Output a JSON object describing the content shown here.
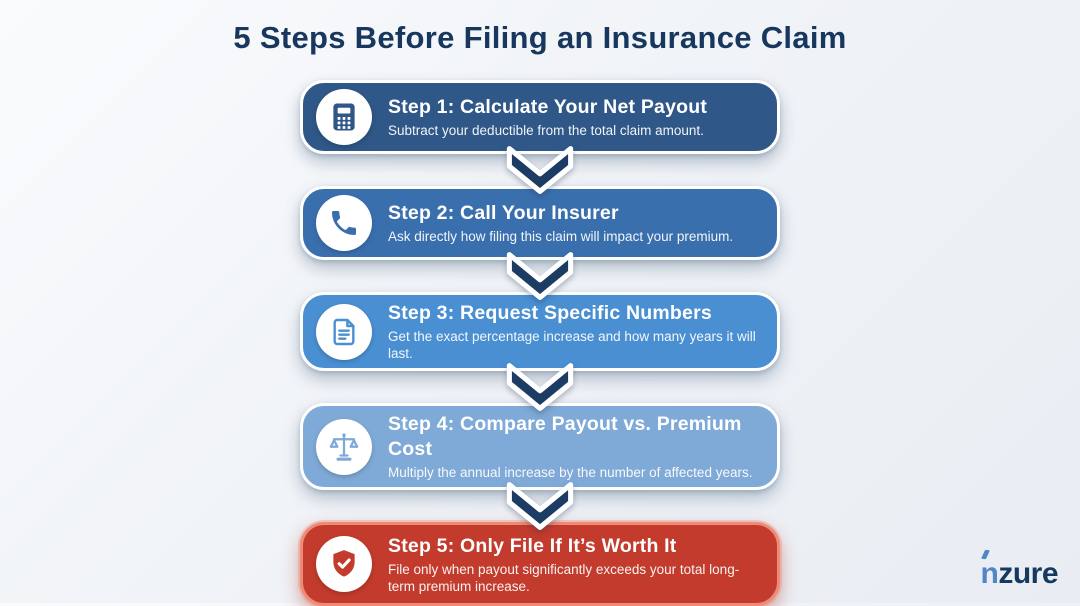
{
  "title": "5 Steps Before Filing an Insurance Claim",
  "steps": [
    {
      "title": "Step 1: Calculate Your Net Payout",
      "desc": "Subtract your deductible from the total claim amount.",
      "icon": "calculator-icon",
      "bg": "#2f5787"
    },
    {
      "title": "Step 2: Call Your Insurer",
      "desc": "Ask directly how filing this claim will impact your premium.",
      "icon": "phone-icon",
      "bg": "#3a6fae"
    },
    {
      "title": "Step 3: Request Specific Numbers",
      "desc": "Get the exact percentage increase and how many years it will last.",
      "icon": "document-icon",
      "bg": "#4a8fd2"
    },
    {
      "title": "Step 4: Compare Payout vs. Premium Cost",
      "desc": "Multiply the annual increase by the number of affected years.",
      "icon": "scale-icon",
      "bg": "#7fa9d6"
    },
    {
      "title": "Step 5: Only File If It’s Worth It",
      "desc": "File only when payout significantly exceeds your total long-term premium increase.",
      "icon": "shield-check-icon",
      "bg": "#c23b2d"
    }
  ],
  "logo": {
    "prefix": "n",
    "suffix": "zure"
  },
  "colors": {
    "title_navy": "#17375e",
    "arrow_navy": "#1c3c63",
    "card1_blue": "#2f5787",
    "card2_blue": "#3a6fae",
    "card3_blue": "#4a8fd2",
    "card4_blue": "#7fa9d6",
    "card5_red": "#c23b2d",
    "card5_border": "#ef8a76",
    "background": "#eef1f6",
    "logo_light_blue": "#4f86c6"
  }
}
